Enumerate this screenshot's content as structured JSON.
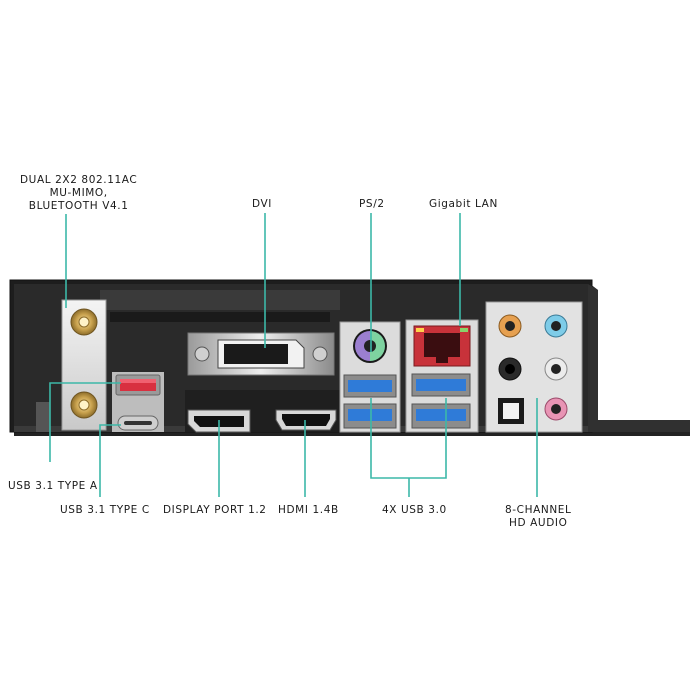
{
  "labels": {
    "wifi": [
      "DUAL 2X2 802.11AC",
      "MU-MIMO,",
      "BLUETOOTH V4.1"
    ],
    "dvi": "DVI",
    "ps2": "PS/2",
    "lan": "Gigabit LAN",
    "usb31a": "USB 3.1 TYPE A",
    "usb31c": "USB 3.1 TYPE C",
    "dp": "DISPLAY PORT 1.2",
    "hdmi": "HDMI 1.4B",
    "usb30": "4X USB 3.0",
    "audio": [
      "8-CHANNEL",
      "HD AUDIO"
    ]
  },
  "colors": {
    "callout_line": "#3cb8a8",
    "panel": "#2a2a2a",
    "usb30_blue": "#2f7bd8",
    "usb31_red": "#d83040",
    "lan_red": "#c8323a",
    "ps2_green": "#7ed3a0",
    "ps2_purple": "#9b7fd0",
    "audio_orange": "#e6a050",
    "audio_blue": "#7ecce8",
    "audio_pink": "#e894b4"
  },
  "icons": [
    "antenna-connector-icon",
    "usb-port-icon",
    "usb-c-port-icon",
    "displayport-icon",
    "hdmi-port-icon",
    "dvi-port-icon",
    "ps2-port-icon",
    "ethernet-port-icon",
    "audio-jack-icon",
    "optical-port-icon"
  ]
}
